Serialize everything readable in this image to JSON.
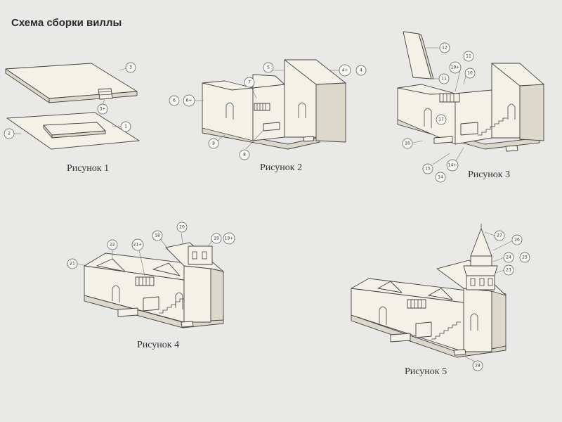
{
  "title": "Схема сборки виллы",
  "figures": [
    {
      "id": "fig1",
      "caption": "Рисунок 1",
      "labels": [
        "3",
        "3+",
        "2",
        "1"
      ]
    },
    {
      "id": "fig2",
      "caption": "Рисунок 2",
      "labels": [
        "5",
        "4+",
        "4",
        "7",
        "6",
        "6+",
        "9",
        "8"
      ]
    },
    {
      "id": "fig3",
      "caption": "Рисунок 3",
      "labels": [
        "12",
        "11",
        "19+",
        "11",
        "10",
        "17",
        "16",
        "15",
        "14+",
        "14"
      ]
    },
    {
      "id": "fig4",
      "caption": "Рисунок 4",
      "labels": [
        "20",
        "18",
        "19",
        "19+",
        "22",
        "21+",
        "21"
      ]
    },
    {
      "id": "fig5",
      "caption": "Рисунок 5",
      "labels": [
        "27",
        "26",
        "24",
        "25",
        "23",
        "28"
      ]
    }
  ]
}
